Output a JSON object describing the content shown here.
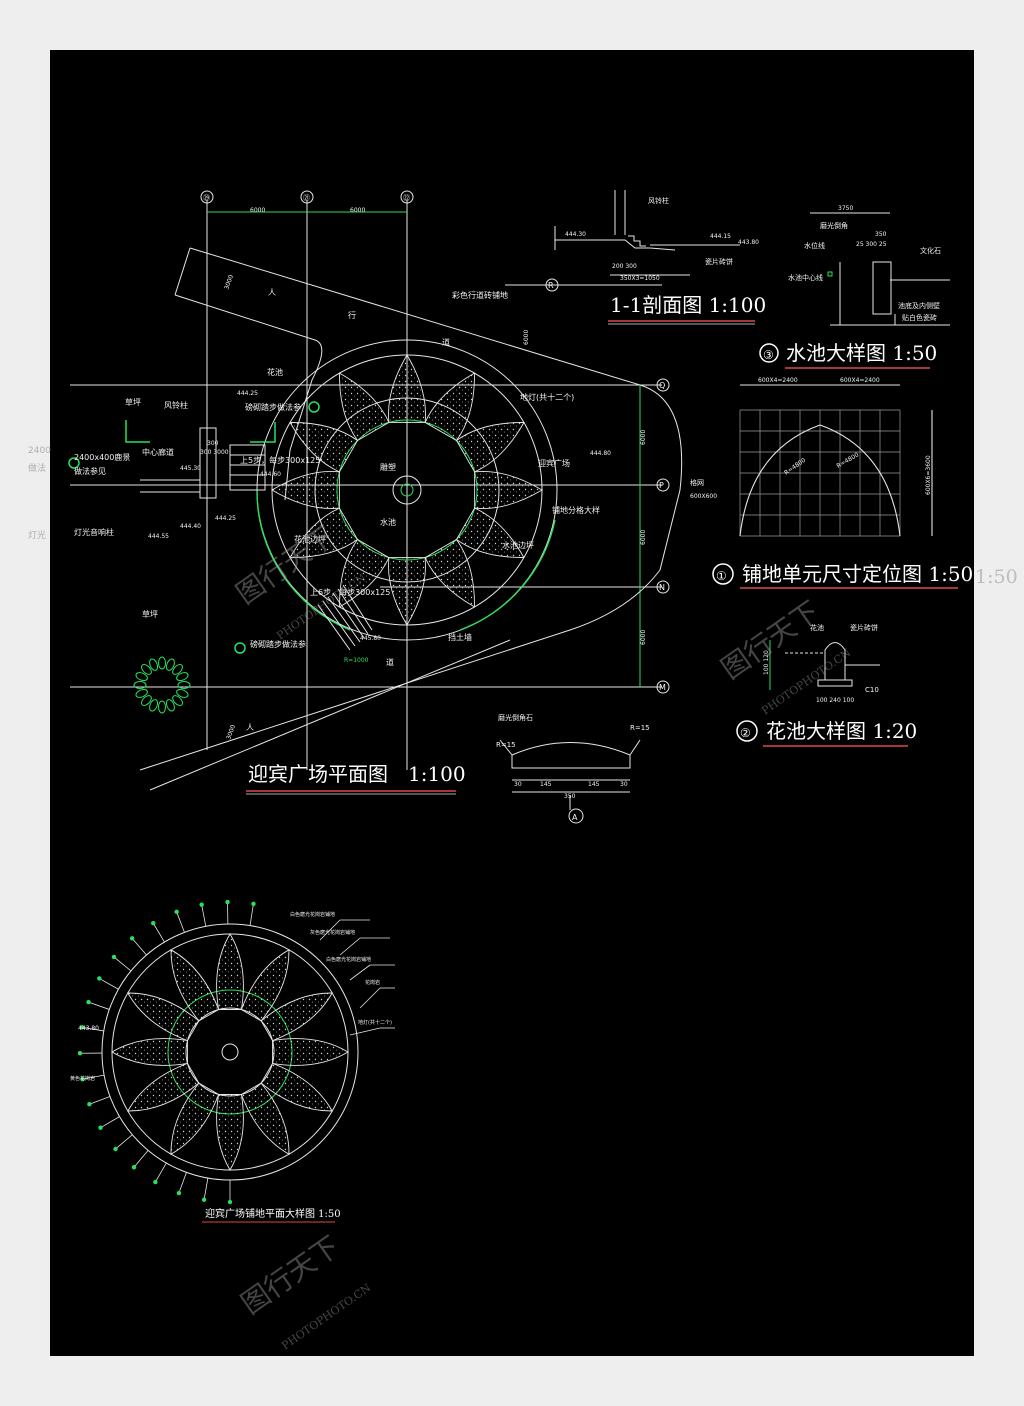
{
  "colors": {
    "background": "#000000",
    "line_white": "#e8e8e8",
    "line_green": "#29e05a",
    "title_underline": "#d94a4a",
    "page_margin": "#eeeeee"
  },
  "plan": {
    "title": "迎宾广场平面图　1:100",
    "axis_labels": [
      "㉙",
      "㉑",
      "㉒"
    ],
    "axis_dims": [
      "6000",
      "6000"
    ],
    "row_labels": [
      "R",
      "Q",
      "P",
      "N",
      "M"
    ],
    "row_dims": [
      "6000",
      "6000",
      "6000",
      "6000"
    ],
    "road_dims": [
      "3000",
      "3000"
    ],
    "labels": {
      "ren_top": "人",
      "xing": "行",
      "dao_top": "道",
      "ren_bottom": "人",
      "dao_bottom": "道",
      "colored_paving": "彩色行道砖铺地",
      "huachi": "花池",
      "lawn_top": "草坪",
      "wind_bell": "风铃柱",
      "granite_steps": "磅砌踏步做法参",
      "elev_44425_a": "444.25",
      "central_road": "中心廊道",
      "paving_2400": "2400x400鹿景",
      "practice_ref": "做法参见",
      "elev_44530": "445.30",
      "dims_300": "300",
      "dims_3000": "300 3000",
      "steps_5": "上5步，每步300x125",
      "elev_44460": "444.60",
      "elev_44425_b": "444.25",
      "elev_44440": "444.40",
      "elev_44455": "444.55",
      "light_speaker": "灯光音响柱",
      "ground_lights": "地灯(共十二个)",
      "plaza": "迎宾广场",
      "elev_44480": "444.80",
      "sculpture": "雕塑",
      "water": "水池",
      "paving_detail": "铺地分格大样",
      "water_edge": "水池边坪",
      "flower_edge": "花池边坪",
      "steps_6": "上6步，每步300x125",
      "lawn_bottom": "草坪",
      "granite_steps_2": "磅砌踏步做法参",
      "elev_44580": "445.80",
      "radius_1000": "R=1000",
      "retaining": "挡土墙"
    }
  },
  "section_11": {
    "title": "1-1剖面图  1:100",
    "labels": {
      "wind_bell": "风铃柱",
      "elev_44430": "444.30",
      "elev_44415": "444.15",
      "elev_44380": "443.80",
      "dims_a": "200 300",
      "dims_b": "350X3=1050",
      "tile": "瓷片砖饼"
    }
  },
  "pool_detail": {
    "title": "水池大样图  1:50",
    "num": "③",
    "labels": {
      "dim_3750": "3750",
      "polished": "磨光倒角",
      "dim_350": "350",
      "dims_small": "25 300 25",
      "water_level": "水位线",
      "culture_stone": "文化石",
      "pool_center": "水池中心线",
      "pool_bottom": "池底及内侧壁",
      "white_tile": "贴白色瓷砖"
    }
  },
  "paving_unit": {
    "title": "铺地单元尺寸定位图  1:50",
    "num": "①",
    "labels": {
      "dim_left": "600X4=2400",
      "dim_right": "600X4=2400",
      "grid": "格网",
      "grid_size": "600X600",
      "side_dim": "600X6=3600",
      "r1": "R=4800",
      "r2": "R=4800"
    }
  },
  "flower_detail": {
    "title": "花池大样图  1:20",
    "num": "②",
    "labels": {
      "flower": "花池",
      "tile": "瓷片砖饼",
      "dims_bottom": "100 240 100",
      "c10": "C10",
      "dims_side": "100 120"
    }
  },
  "curb_detail": {
    "labels": {
      "polished": "磨光倒角石",
      "r15_a": "R=15",
      "r15_b": "R=15",
      "d30a": "30",
      "d145a": "145",
      "d145b": "145",
      "d30b": "30",
      "d350": "350",
      "mark": "A"
    }
  },
  "paving_plan": {
    "title": "迎宾广场铺地平面大样图  1:50",
    "elev_44380": "443.80",
    "labels": {
      "l1": "白色磨光花岗岩铺地",
      "l2": "灰色磨光花岗岩铺地",
      "l3": "白色磨光花岗岩铺地",
      "l4": "花岗岩",
      "l5": "地灯(共十二个)",
      "l6": "黄色花岗岩"
    }
  },
  "watermark": {
    "brand": "图行天下",
    "url": "PHOTOPHOTO.CN"
  },
  "margin_fragments": {
    "left_a": "2400",
    "left_b": "做法",
    "left_c": "灯光",
    "right_scale": "1:50"
  }
}
